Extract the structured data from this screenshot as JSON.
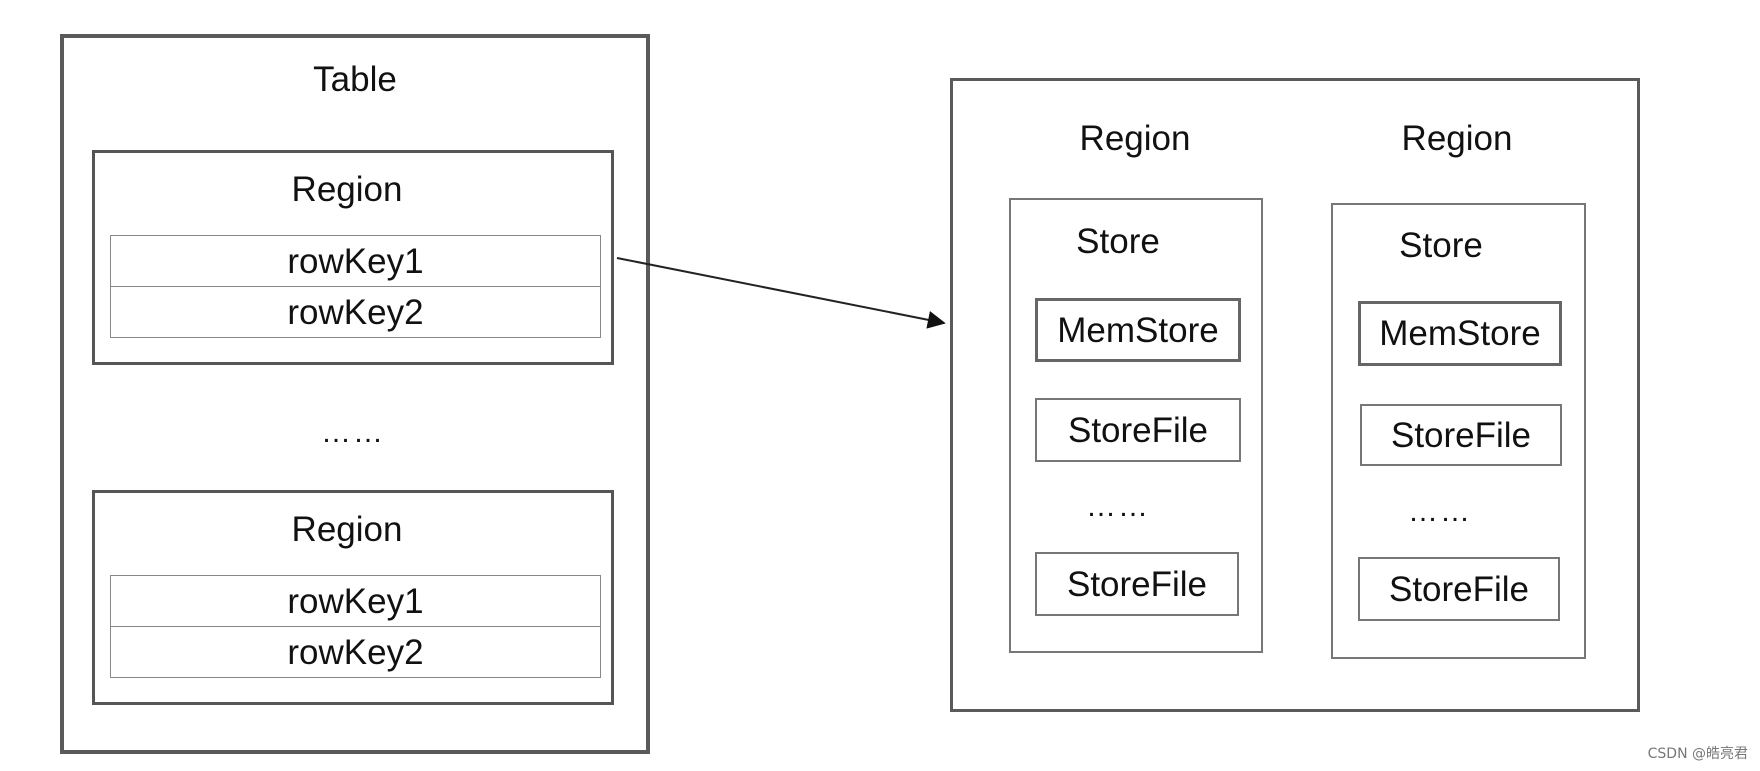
{
  "table": {
    "title": "Table",
    "regions": [
      {
        "label": "Region",
        "rows": [
          "rowKey1",
          "rowKey2"
        ]
      },
      {
        "label": "Region",
        "rows": [
          "rowKey1",
          "rowKey2"
        ]
      }
    ],
    "ellipsis": "……"
  },
  "server": {
    "regions": [
      {
        "label": "Region",
        "store": {
          "label": "Store",
          "memstore": "MemStore",
          "storefile_top": "StoreFile",
          "ellipsis": "……",
          "storefile_bottom": "StoreFile"
        }
      },
      {
        "label": "Region",
        "store": {
          "label": "Store",
          "memstore": "MemStore",
          "storefile_top": "StoreFile",
          "ellipsis": "……",
          "storefile_bottom": "StoreFile"
        }
      }
    ]
  },
  "watermark": "CSDN @皓亮君"
}
